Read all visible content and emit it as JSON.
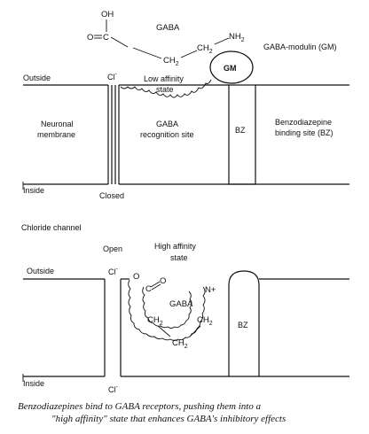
{
  "top": {
    "gaba_formula": {
      "oh": "OH",
      "c": "C",
      "o": "O",
      "gaba": "GABA",
      "ch2_low": "CH",
      "ch2_high": "CH",
      "sub2": "2",
      "nh2": "NH",
      "nh2_sub": "2"
    },
    "gaba_modulin": "GABA-modulin (GM)",
    "gm": "GM",
    "outside": "Outside",
    "cl": "Cl",
    "minus": "-",
    "low_affinity_1": "Low affinity",
    "low_affinity_2": "state",
    "neuronal_1": "Neuronal",
    "neuronal_2": "membrane",
    "recog_1": "GABA",
    "recog_2": "recognition site",
    "bz": "BZ",
    "bzsite_1": "Benzodiazepine",
    "bzsite_2": "binding site (BZ)",
    "inside": "Inside",
    "closed": "Closed"
  },
  "chloride_channel": "Chloride channel",
  "bottom": {
    "open": "Open",
    "cl_top": "Cl",
    "high_affinity_1": "High affinity",
    "high_affinity_2": "state",
    "outside": "Outside",
    "o": "O",
    "c": "C",
    "o2": "O",
    "gaba": "GABA",
    "nplus": "N+",
    "ch2_left": "CH",
    "ch2_right": "CH",
    "ch2_bottom": "CH",
    "sub2": "2",
    "bz": "BZ",
    "inside": "Inside",
    "cl_bottom": "Cl"
  },
  "caption_1": "Benzodiazepines bind to GABA receptors, pushing them into a",
  "caption_2": "\"high affinity\" state that enhances GABA's inhibitory effects"
}
